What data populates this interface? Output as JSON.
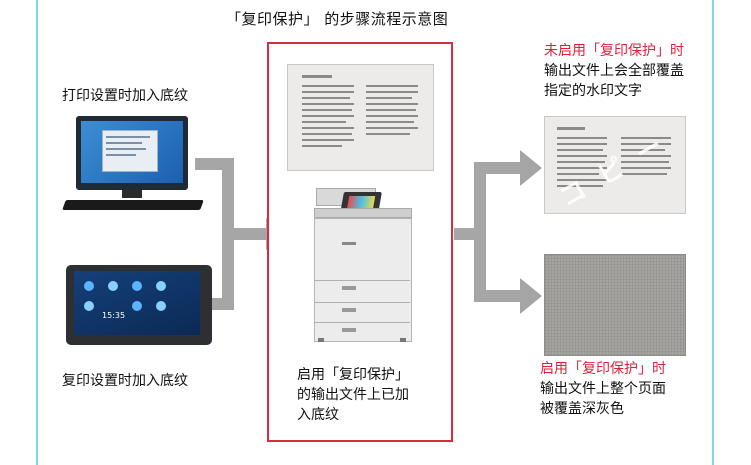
{
  "title": "「复印保护」 的步骤流程示意图",
  "left": {
    "print_label": "打印设置时加入底纹",
    "copy_label": "复印设置时加入底纹",
    "tablet_time": "15:35"
  },
  "center": {
    "caption_line1": "启用「复印保护」",
    "caption_line2": "的输出文件上已加",
    "caption_line3": "入底纹"
  },
  "right_top": {
    "line1": "未启用「复印保护」时",
    "line2": "输出文件上会全部覆盖",
    "line3": "指定的水印文字",
    "watermark": "コピー"
  },
  "right_bottom": {
    "line1": "启用「复印保护」时",
    "line2": "输出文件上整个页面",
    "line3": "被覆盖深灰色"
  },
  "colors": {
    "accent_red": "#e0203a",
    "arrow_grey": "#a6a6a6",
    "guide_cyan": "#7fd7de"
  }
}
